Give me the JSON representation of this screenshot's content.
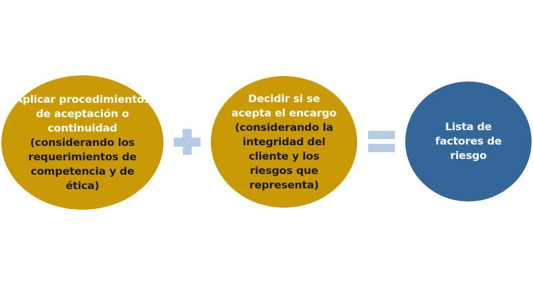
{
  "step1": {
    "title": "Aplicar procedimientos de aceptación o continuidad",
    "detail": "(considerando los requerimientos de competencia y de ética)"
  },
  "step2": {
    "title": "Decidir si se acepta el encargo",
    "detail": "(considerando la integridad del cliente y los riesgos que representa)"
  },
  "result": {
    "title": "Lista de factores de riesgo"
  },
  "colors": {
    "step": "#c99a06",
    "result": "#336699",
    "operator": "#b5cbe6"
  }
}
